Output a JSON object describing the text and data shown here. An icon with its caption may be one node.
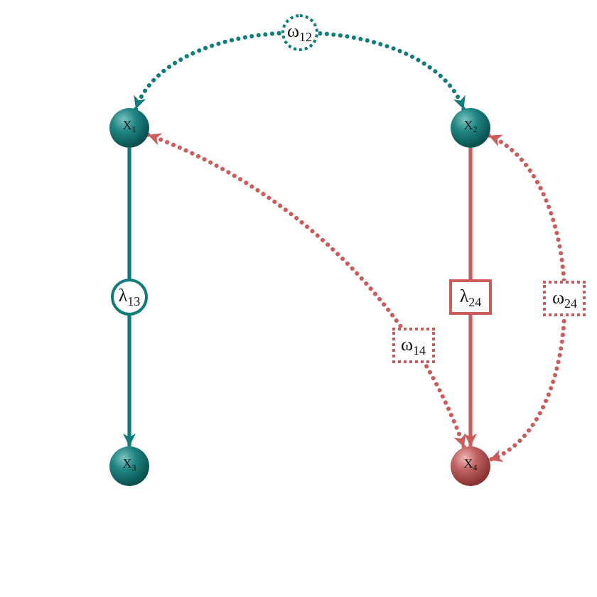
{
  "diagram": {
    "nodes": [
      {
        "text": [
          "X$_{1}$"
        ]
      },
      {
        "text": [
          "X$_{2}$"
        ]
      },
      {
        "text": [
          "X$_{3}$"
        ]
      },
      {
        "text": [
          "X$_{4}$"
        ]
      }
    ],
    "edges": [
      {
        "from": 0,
        "to": 1,
        "arrow": "both",
        "label": "ω$_{12}$",
        "style": "dashed",
        "color": "#0e7c7a"
      },
      {
        "from": 0,
        "to": 2,
        "arrow": "to",
        "label": "λ$_{13}$",
        "color": "#0e7c7a"
      },
      {
        "from": 1,
        "to": 3,
        "arrow": "to",
        "label": "λ$_{24}$"
      },
      {
        "from": 0,
        "to": 3,
        "arrow": "both",
        "label": "ω$_{14}$",
        "style": "dashed"
      },
      {
        "from": 1,
        "to": 3,
        "arrow": "both",
        "label": "ω$_{24}$",
        "style": "dashed"
      }
    ]
  }
}
